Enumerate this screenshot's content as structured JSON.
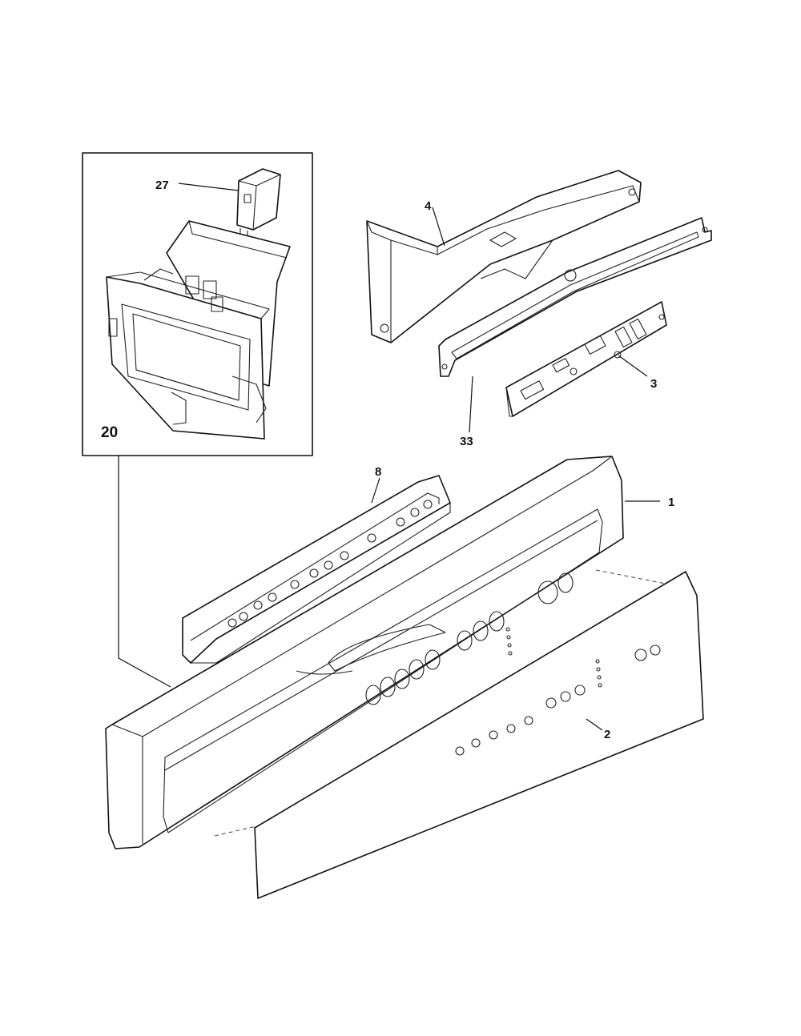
{
  "callouts": {
    "p20": "20",
    "p27": "27",
    "p4": "4",
    "p3": "3",
    "p33": "33",
    "p8": "8",
    "p1": "1",
    "p2": "2"
  }
}
